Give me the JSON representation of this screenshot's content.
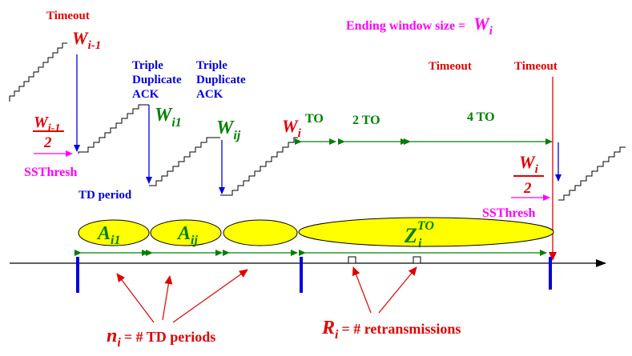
{
  "labels": {
    "timeout_left": "Timeout",
    "w_i_minus_1_base": "W",
    "w_i_minus_1_sub": "i-1",
    "ending_window_prefix": "Ending window size =",
    "ending_window_base": "W",
    "ending_window_sub": "i",
    "triple1_line1": "Triple",
    "triple1_line2": "Duplicate",
    "triple1_line3": "ACK",
    "triple2_line1": "Triple",
    "triple2_line2": "Duplicate",
    "triple2_line3": "ACK",
    "w_i1_base": "W",
    "w_i1_sub": "i1",
    "w_ij_base": "W",
    "w_ij_sub": "ij",
    "w_i_base": "W",
    "w_i_sub": "i",
    "to1": "TO",
    "to2": "2 TO",
    "to4": "4 TO",
    "timeout_mid": "Timeout",
    "timeout_right": "Timeout",
    "frac_left_num_base": "W",
    "frac_left_num_sub": "i-1",
    "frac_left_den": "2",
    "ssthresh_left": "SSThresh",
    "td_period": "TD period",
    "frac_right_num_base": "W",
    "frac_right_num_sub": "i",
    "frac_right_den": "2",
    "ssthresh_right": "SSThresh",
    "a_i1_base": "A",
    "a_i1_sub": "i1",
    "a_ij_base": "A",
    "a_ij_sub": "ij",
    "z_base": "Z",
    "z_sub": "i",
    "z_sup": "TO",
    "n_base": "n",
    "n_sub": "i",
    "n_rest": "= # TD periods",
    "r_base": "R",
    "r_sub": "i",
    "r_rest": "= # retransmissions"
  },
  "colors": {
    "red": "#e00000",
    "blue": "#0000e0",
    "green": "#008000",
    "magenta": "#ff00ff",
    "yellow": "#ffff00",
    "black": "#000000"
  }
}
